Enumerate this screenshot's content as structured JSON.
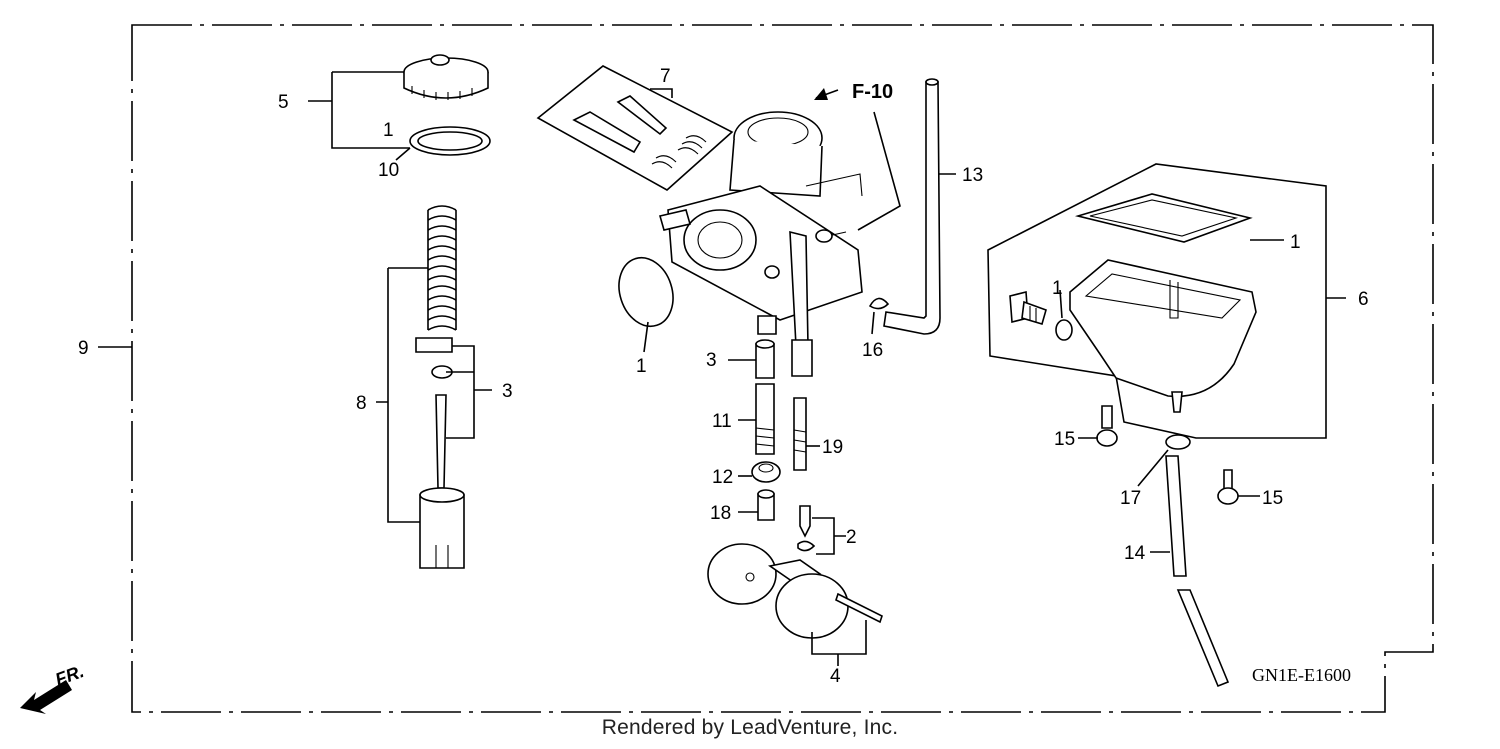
{
  "diagram": {
    "code": "GN1E-E1600",
    "reference": "F-10",
    "direction": "FR.",
    "callouts": {
      "c1a": "1",
      "c1b": "1",
      "c1c": "1",
      "c1d": "1",
      "c2": "2",
      "c3a": "3",
      "c3b": "3",
      "c4": "4",
      "c5": "5",
      "c6": "6",
      "c7": "7",
      "c8": "8",
      "c9": "9",
      "c10": "10",
      "c11": "11",
      "c12": "12",
      "c13": "13",
      "c14": "14",
      "c15a": "15",
      "c15b": "15",
      "c16": "16",
      "c17": "17",
      "c18": "18",
      "c19": "19"
    }
  },
  "footer": {
    "text": "Rendered by LeadVenture, Inc."
  }
}
